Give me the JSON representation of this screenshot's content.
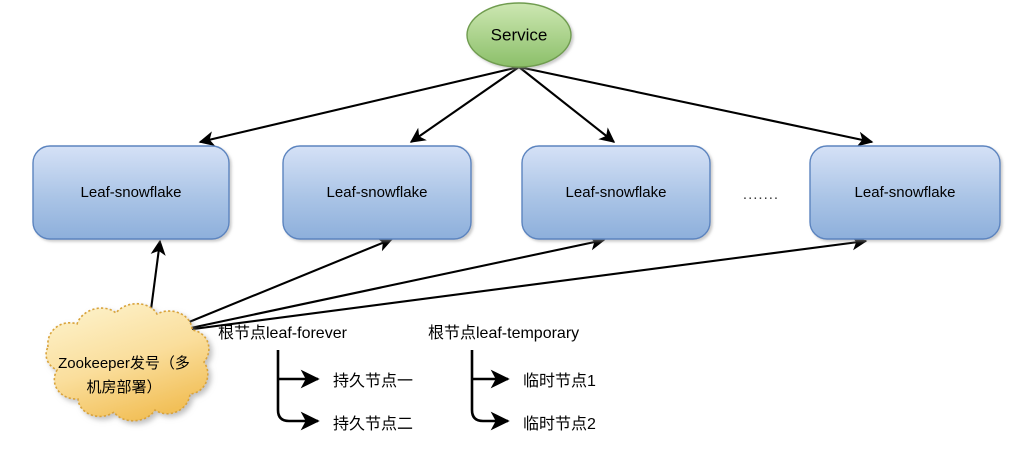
{
  "diagram": {
    "title_node": {
      "id": "service",
      "label": "Service",
      "shape": "ellipse",
      "fill_top": "#c9e4ab",
      "fill_bottom": "#8cc06a",
      "stroke": "#6f9c4f"
    },
    "leaf_nodes": [
      {
        "id": "leaf-1",
        "label": "Leaf-snowflake"
      },
      {
        "id": "leaf-2",
        "label": "Leaf-snowflake"
      },
      {
        "id": "leaf-3",
        "label": "Leaf-snowflake"
      },
      {
        "id": "leaf-4",
        "label": "Leaf-snowflake"
      }
    ],
    "leaf_style": {
      "fill_top": "#d3e0f5",
      "fill_bottom": "#8fb2dd",
      "stroke": "#5b84bf"
    },
    "ellipsis": ".......",
    "zookeeper": {
      "id": "zookeeper",
      "shape": "cloud",
      "line1": "Zookeeper发号（多",
      "line2": "机房部署）",
      "fill_top": "#fdf0c5",
      "fill_bottom": "#f3c45f",
      "stroke": "#d8a33a"
    },
    "trees": [
      {
        "id": "leaf-forever",
        "root_label": "根节点leaf-forever",
        "children": [
          {
            "label": "持久节点一"
          },
          {
            "label": "持久节点二"
          }
        ]
      },
      {
        "id": "leaf-temporary",
        "root_label": "根节点leaf-temporary",
        "children": [
          {
            "label": "临时节点1"
          },
          {
            "label": "临时节点2"
          }
        ]
      }
    ],
    "edges": {
      "service_to_leaves": "one-way",
      "leaves_to_zookeeper": "one-way",
      "leaf1_zookeeper": "two-way"
    },
    "colors": {
      "edge": "#000000",
      "background": "#ffffff"
    }
  }
}
